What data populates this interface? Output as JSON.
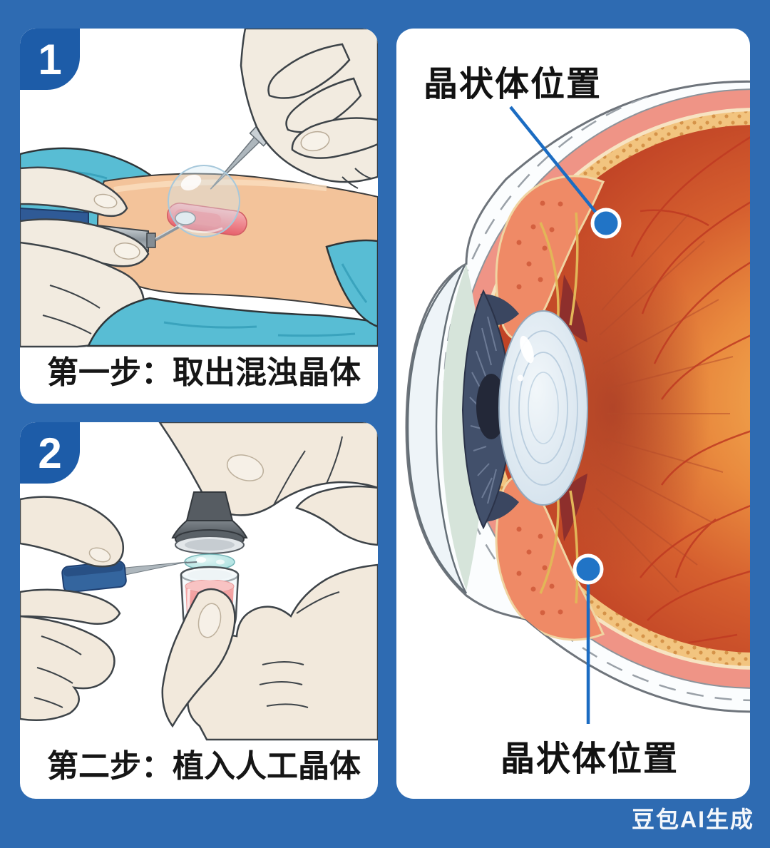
{
  "panels": {
    "step1": {
      "badge": "1",
      "caption": "第一步：取出混浊晶体"
    },
    "step2": {
      "badge": "2",
      "caption": "第二步：植入人工晶体"
    },
    "eye": {
      "label_top": "晶状体位置",
      "label_bottom": "晶状体位置"
    }
  },
  "watermark": "豆包AI生成",
  "colors": {
    "background": "#2e6bb2",
    "panel": "#ffffff",
    "badge": "#1d5ca8",
    "leader_line": "#1b6cc2",
    "marker_dot": "#2174c6",
    "caption_text": "#161616",
    "drape_teal": "#58bdd4",
    "skin": "#f3c39a",
    "glove": "#f2ebe0",
    "incision_red": "#e6616c",
    "vial_liquid": "#ee8585",
    "lens_disc": "#9fdcdb",
    "eye_interior": "#d6602f",
    "choroid_band": "#f2c47f",
    "pink_band": "#ef9486"
  }
}
